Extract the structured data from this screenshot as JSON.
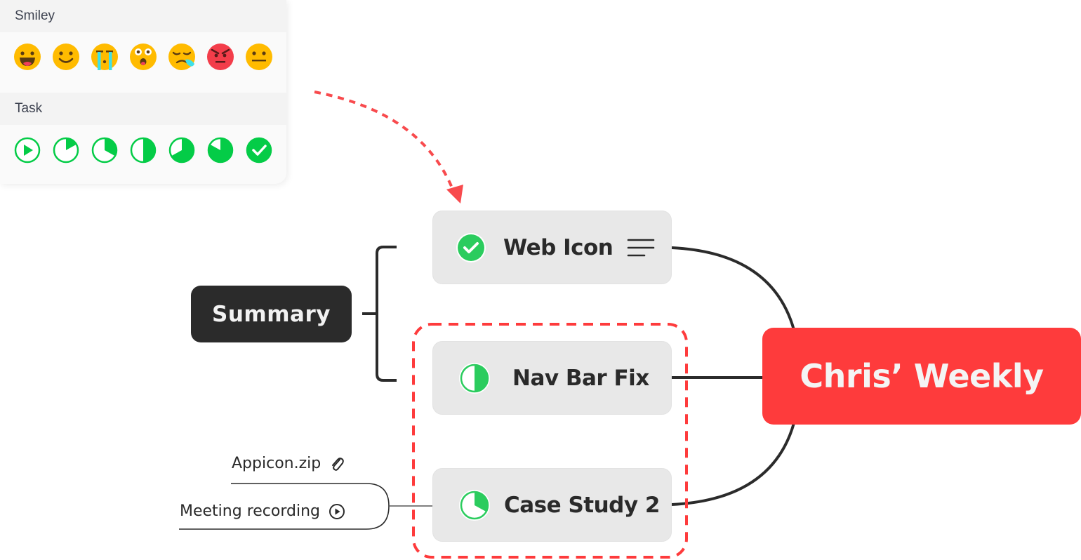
{
  "icon_panel": {
    "sections": [
      {
        "title": "Smiley",
        "icons": [
          "smiley-laughing-icon",
          "smiley-smile-icon",
          "smiley-crying-icon",
          "smiley-surprised-icon",
          "smiley-sad-sweat-icon",
          "smiley-angry-icon",
          "smiley-neutral-icon"
        ]
      },
      {
        "title": "Task",
        "icons": [
          {
            "name": "task-start-icon",
            "progress": 0
          },
          {
            "name": "task-progress-icon",
            "progress": 0.17
          },
          {
            "name": "task-progress-icon",
            "progress": 0.33
          },
          {
            "name": "task-progress-icon",
            "progress": 0.5
          },
          {
            "name": "task-progress-icon",
            "progress": 0.67
          },
          {
            "name": "task-progress-icon",
            "progress": 0.83
          },
          {
            "name": "task-done-icon",
            "progress": 1
          }
        ]
      }
    ]
  },
  "mindmap": {
    "central_topic": "Chris’ Weekly",
    "summary": "Summary",
    "topics": [
      {
        "label": "Web Icon",
        "status_icon": "task-done-icon",
        "progress": 1,
        "has_notes": true
      },
      {
        "label": "Nav Bar Fix",
        "status_icon": "task-progress-icon",
        "progress": 0.5
      },
      {
        "label": "Case Study 2",
        "status_icon": "task-progress-icon",
        "progress": 0.33
      }
    ],
    "attachments": [
      {
        "label": "Appicon.zip",
        "icon": "paperclip-icon"
      },
      {
        "label": "Meeting recording",
        "icon": "play-circle-icon"
      }
    ]
  },
  "colors": {
    "accent_red": "#fe3b3c",
    "task_green": "#04cc47",
    "status_green": "#2bcc5e",
    "smiley_yellow": "#ffbb00",
    "dark_node": "#2b2b2b",
    "topic_bg": "#e8e8e8"
  }
}
